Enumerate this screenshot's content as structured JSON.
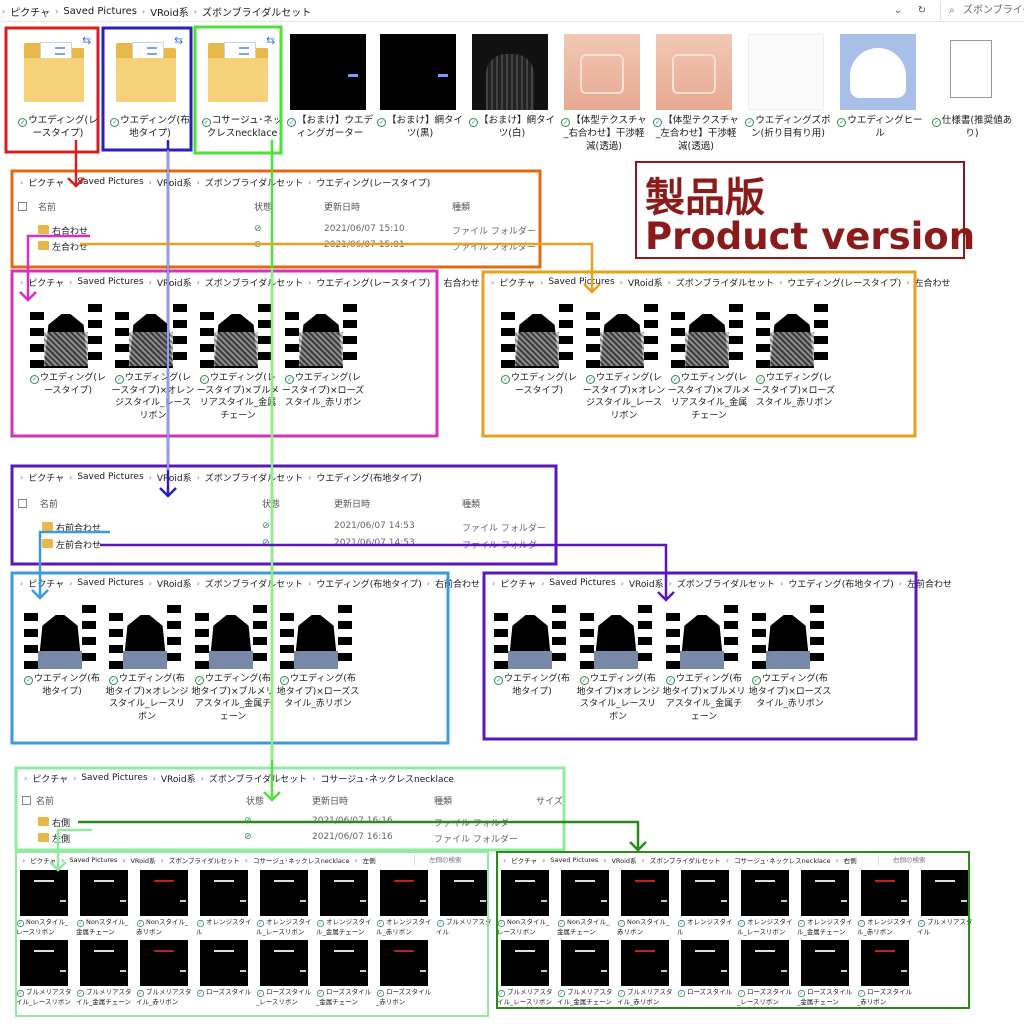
{
  "top": {
    "breadcrumb": [
      "ピクチャ",
      "Saved Pictures",
      "VRoid系",
      "ズボンブライダルセット"
    ],
    "search_text": "ズボンブライダ"
  },
  "top_items": [
    {
      "label": "ウエディング(レースタイプ)",
      "kind": "folder"
    },
    {
      "label": "ウエディング(布地タイプ)",
      "kind": "folder"
    },
    {
      "label": "コサージュ･ネックレスnecklace",
      "kind": "folder"
    },
    {
      "label": "【おまけ】ウエディングガーター",
      "kind": "black"
    },
    {
      "label": "【おまけ】網タイツ(黒)",
      "kind": "black"
    },
    {
      "label": "【おまけ】網タイツ(白)",
      "kind": "tights"
    },
    {
      "label": "【体型テクスチャ_右合わせ】干渉軽減(透過)",
      "kind": "skin"
    },
    {
      "label": "【体型テクスチャ_左合わせ】干渉軽減(透過)",
      "kind": "skin"
    },
    {
      "label": "ウエディングズボン(折り目有り用)",
      "kind": "white"
    },
    {
      "label": "ウエディングヒール",
      "kind": "heel"
    },
    {
      "label": "仕様書(推奨値あり)",
      "kind": "doc"
    }
  ],
  "product": {
    "jp": "製品版",
    "en": "Product version"
  },
  "headers": {
    "name": "名前",
    "status": "状態",
    "date": "更新日時",
    "type": "種類",
    "size": "サイズ"
  },
  "lace_list": {
    "breadcrumb": [
      "ピクチャ",
      "Saved Pictures",
      "VRoid系",
      "ズボンブライダルセット",
      "ウエディング(レースタイプ)"
    ],
    "rows": [
      {
        "name": "右合わせ",
        "date": "2021/06/07 15:10",
        "type": "ファイル フォルダー"
      },
      {
        "name": "左合わせ",
        "date": "2021/06/07 15:01",
        "type": "ファイル フォルダー"
      }
    ]
  },
  "lace_right": {
    "breadcrumb": [
      "ピクチャ",
      "Saved Pictures",
      "VRoid系",
      "ズボンブライダルセット",
      "ウエディング(レースタイプ)",
      "右合わせ"
    ],
    "items": [
      "ウエディング(レースタイプ)",
      "ウエディング(レースタイプ)×オレンジスタイル_レースリボン",
      "ウエディング(レースタイプ)×ブルメリアスタイル_金属チェーン",
      "ウエディング(レースタイプ)×ローズスタイル_赤リボン"
    ]
  },
  "lace_left": {
    "breadcrumb": [
      "ピクチャ",
      "Saved Pictures",
      "VRoid系",
      "ズボンブライダルセット",
      "ウエディング(レースタイプ)",
      "左合わせ"
    ],
    "items": [
      "ウエディング(レースタイプ)",
      "ウエディング(レースタイプ)×オレンジスタイル_レースリボン",
      "ウエディング(レースタイプ)×ブルメリアスタイル_金属チェーン",
      "ウエディング(レースタイプ)×ローズスタイル_赤リボン"
    ]
  },
  "cloth_list": {
    "breadcrumb": [
      "ピクチャ",
      "Saved Pictures",
      "VRoid系",
      "ズボンブライダルセット",
      "ウエディング(布地タイプ)"
    ],
    "rows": [
      {
        "name": "右前合わせ",
        "date": "2021/06/07 14:53",
        "type": "ファイル フォルダー"
      },
      {
        "name": "左前合わせ",
        "date": "2021/06/07 14:53",
        "type": "ファイル フォルダー"
      }
    ]
  },
  "cloth_right": {
    "breadcrumb": [
      "ピクチャ",
      "Saved Pictures",
      "VRoid系",
      "ズボンブライダルセット",
      "ウエディング(布地タイプ)",
      "右前合わせ"
    ],
    "items": [
      "ウエディング(布地タイプ)",
      "ウエディング(布地タイプ)×オレンジスタイル_レースリボン",
      "ウエディング(布地タイプ)×ブルメリアスタイル_金属チェーン",
      "ウエディング(布地タイプ)×ローズスタイル_赤リボン"
    ]
  },
  "cloth_left": {
    "breadcrumb": [
      "ピクチャ",
      "Saved Pictures",
      "VRoid系",
      "ズボンブライダルセット",
      "ウエディング(布地タイプ)",
      "左前合わせ"
    ],
    "items": [
      "ウエディング(布地タイプ)",
      "ウエディング(布地タイプ)×オレンジスタイル_レースリボン",
      "ウエディング(布地タイプ)×ブルメリアスタイル_金属チェーン",
      "ウエディング(布地タイプ)×ローズスタイル_赤リボン"
    ]
  },
  "corsage_list": {
    "breadcrumb": [
      "ピクチャ",
      "Saved Pictures",
      "VRoid系",
      "ズボンブライダルセット",
      "コサージュ･ネックレスnecklace"
    ],
    "rows": [
      {
        "name": "右側",
        "date": "2021/06/07 16:16",
        "type": "ファイル フォルダー"
      },
      {
        "name": "左側",
        "date": "2021/06/07 16:16",
        "type": "ファイル フォルダー"
      }
    ]
  },
  "corsage_left": {
    "breadcrumb": [
      "ピクチャ",
      "Saved Pictures",
      "VRoid系",
      "ズボンブライダルセット",
      "コサージュ･ネックレスnecklace",
      "左側"
    ],
    "search": "左側の検索",
    "items": [
      "Nonスタイル_レースリボン",
      "Nonスタイル_金属チェーン",
      "Nonスタイル_赤リボン",
      "オレンジスタイル",
      "オレンジスタイル_レースリボン",
      "オレンジスタイル_金属チェーン",
      "オレンジスタイル_赤リボン",
      "ブルメリアスタイル",
      "ブルメリアスタイル_レースリボン",
      "ブルメリアスタイル_金属チェーン",
      "ブルメリアスタイル_赤リボン",
      "ローズスタイル",
      "ローズスタイル_レースリボン",
      "ローズスタイル_金属チェーン",
      "ローズスタイル_赤リボン"
    ]
  },
  "corsage_right": {
    "breadcrumb": [
      "ピクチャ",
      "Saved Pictures",
      "VRoid系",
      "ズボンブライダルセット",
      "コサージュ･ネックレスnecklace",
      "右側"
    ],
    "search": "右側の検索",
    "items": [
      "Nonスタイル_レースリボン",
      "Nonスタイル_金属チェーン",
      "Nonスタイル_赤リボン",
      "オレンジスタイル",
      "オレンジスタイル_レースリボン",
      "オレンジスタイル_金属チェーン",
      "オレンジスタイル_赤リボン",
      "ブルメリアスタイル",
      "ブルメリアスタイル_レースリボン",
      "ブルメリアスタイル_金属チェーン",
      "ブルメリアスタイル_赤リボン",
      "ローズスタイル",
      "ローズスタイル_レースリボン",
      "ローズスタイル_金属チェーン",
      "ローズスタイル_赤リボン"
    ]
  },
  "colors": {
    "red": "#d42020",
    "blue": "#2a1fb8",
    "green": "#4de03a",
    "orange": "#e06a10",
    "magenta": "#d630c0",
    "amber": "#e8a020",
    "purple": "#5a18b8",
    "sky": "#3a9ae0",
    "mint": "#90eaa0",
    "darkgreen": "#2a8a1a",
    "product": "#8b1a1a"
  }
}
